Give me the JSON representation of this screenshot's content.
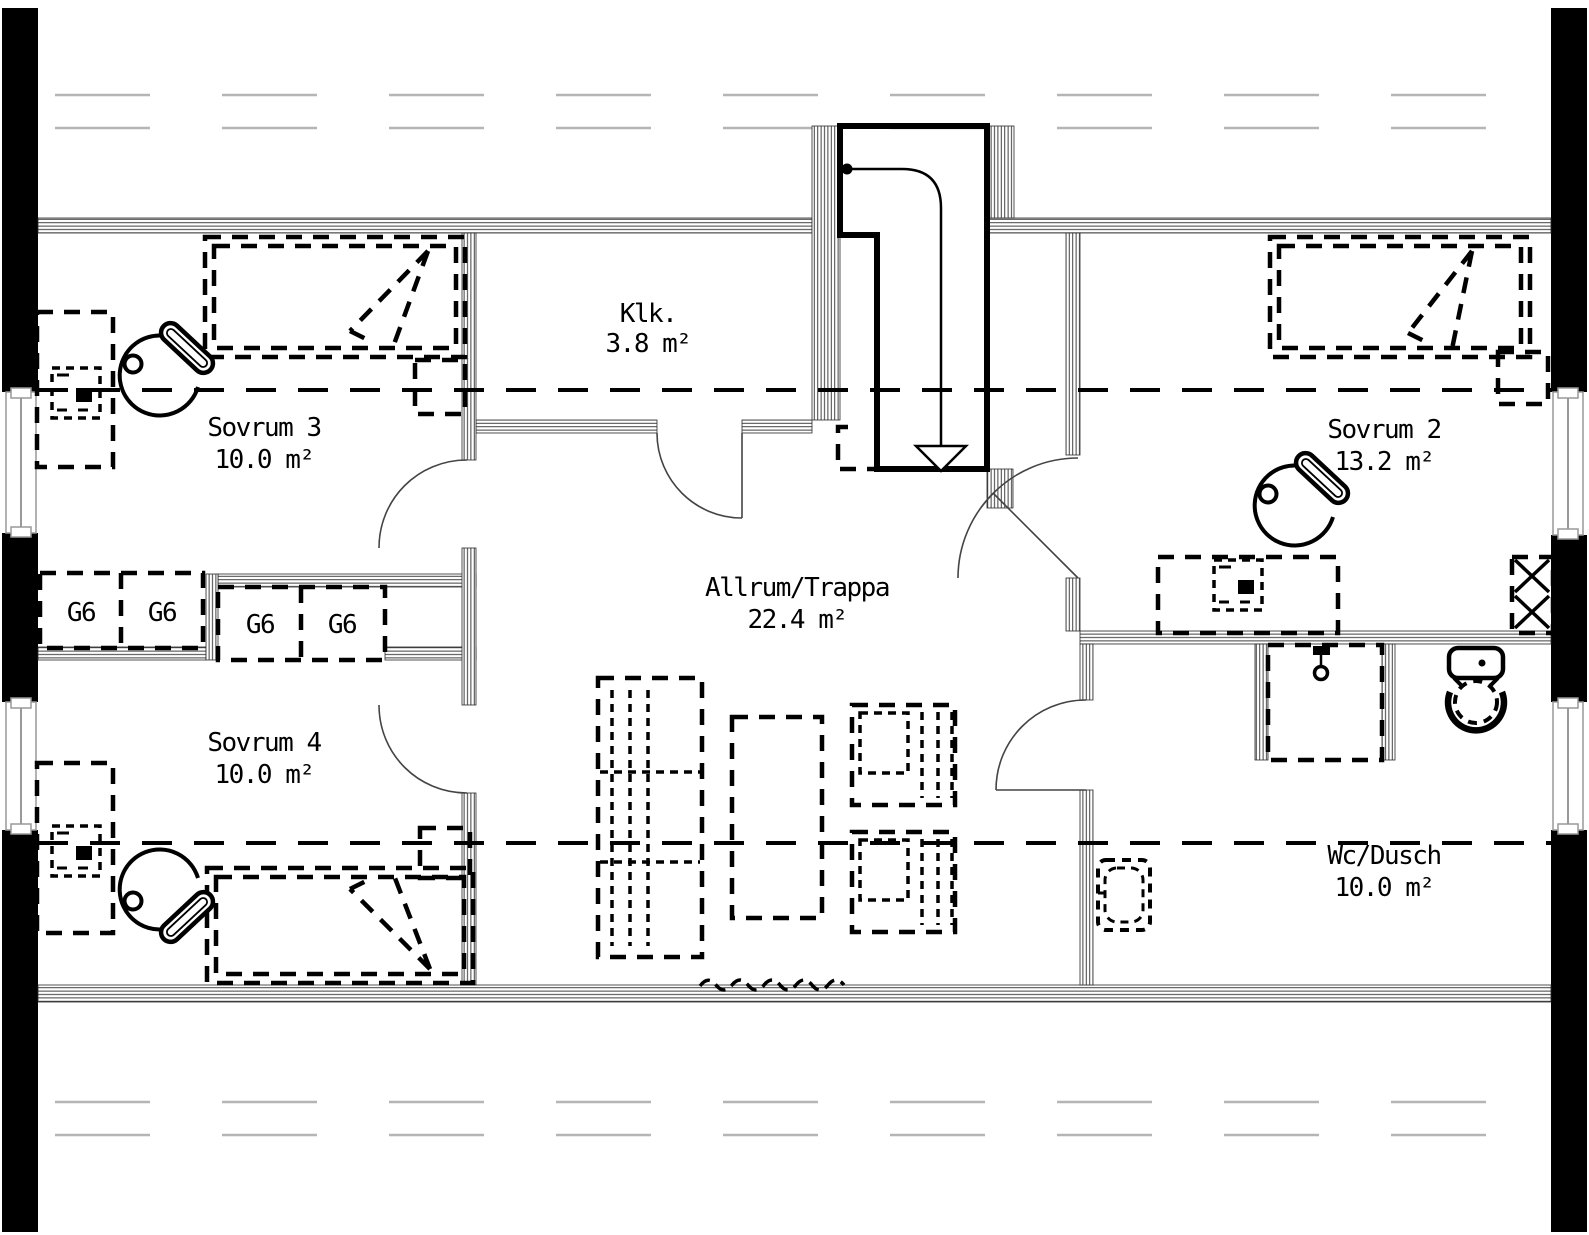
{
  "plan": {
    "type": "floor-plan-upper-level",
    "language": "sv",
    "rooms": [
      {
        "name": "Sovrum 3",
        "area": "10.0 m²"
      },
      {
        "name": "Klk.",
        "area": "3.8 m²"
      },
      {
        "name": "Sovrum 2",
        "area": "13.2 m²"
      },
      {
        "name": "Allrum/Trappa",
        "area": "22.4 m²"
      },
      {
        "name": "Sovrum 4",
        "area": "10.0 m²"
      },
      {
        "name": "Wc/Dusch",
        "area": "10.0 m²"
      }
    ],
    "wardrobes": {
      "labels": [
        "G6",
        "G6",
        "G6",
        "G6"
      ]
    },
    "symbols": {
      "stair-direction-icon": "arrow-down",
      "door-icon": "quarter-arc-swing",
      "window-icon": "double-line-with-caps",
      "fixture_icons": [
        "toilet-icon",
        "shower-icon",
        "sink-icon",
        "bed",
        "nightstand",
        "desk",
        "computer-icon",
        "desk-chair",
        "sofa",
        "coffee-table",
        "armchair",
        "wardrobe",
        "laundry-chute-icon"
      ]
    },
    "colors": {
      "line": "#000000",
      "eaves_line": "#b5b5b5",
      "wall_hatch": "#2a2a2a",
      "background": "#ffffff"
    }
  }
}
